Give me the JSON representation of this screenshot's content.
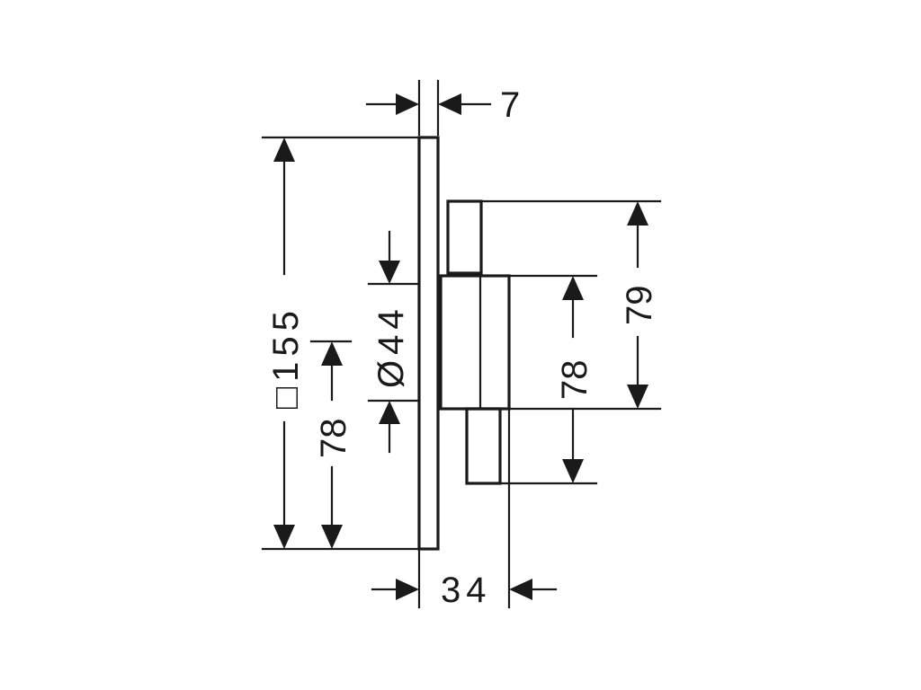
{
  "dimensions": {
    "plate_thickness": "7",
    "plate_size": "□155",
    "knob_diameter": "Ø44",
    "left_offset": "78",
    "right_offset": "78",
    "upper_height": "79",
    "depth": "34"
  },
  "colors": {
    "ink": "#1a1a1a",
    "background": "#ffffff"
  }
}
